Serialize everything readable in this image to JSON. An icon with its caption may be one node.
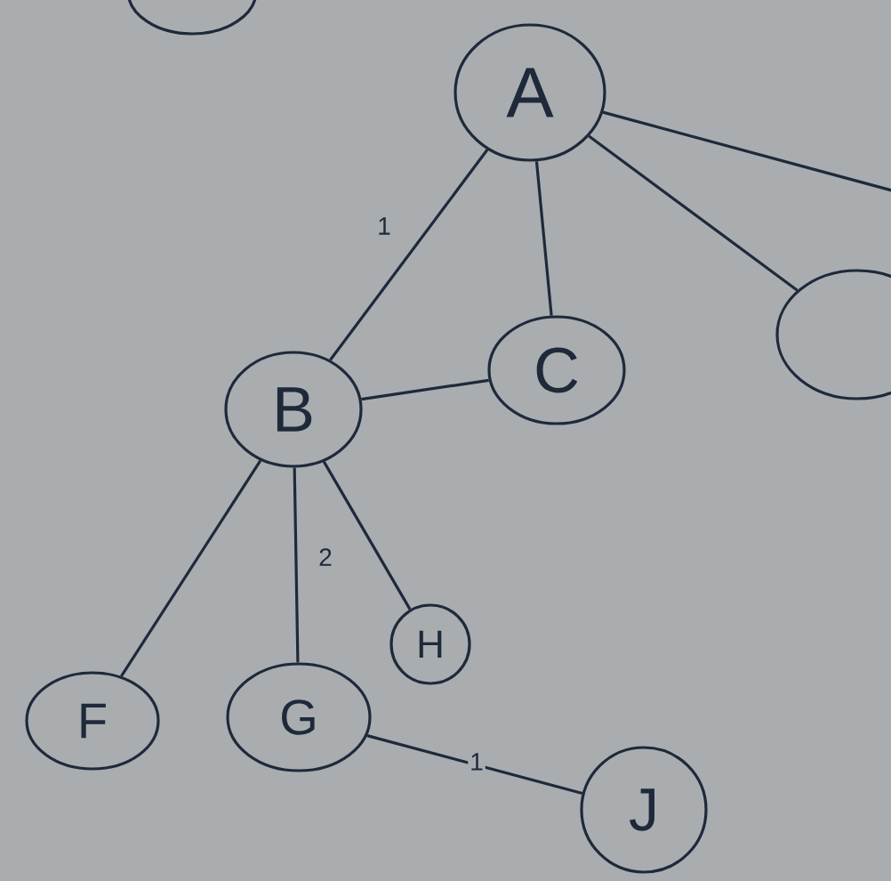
{
  "diagram": {
    "nodes": [
      {
        "text": [],
        "shape": "circle"
      },
      {
        "text": [
          "A"
        ]
      },
      {
        "text": [
          "B"
        ]
      },
      {
        "text": [
          "C"
        ]
      },
      {
        "text": [],
        "shape": "circle"
      },
      {
        "text": [
          "H"
        ]
      },
      {
        "text": [
          "F"
        ]
      },
      {
        "text": [
          "G"
        ]
      },
      {
        "text": [
          "J"
        ]
      }
    ],
    "edges": [
      {
        "from": 1,
        "to": 2,
        "arrow": "none",
        "label": "1"
      },
      {
        "from": 1,
        "to": 3,
        "arrow": "none"
      },
      {
        "from": 1,
        "to": 4,
        "arrow": "none"
      },
      {
        "from": 1,
        "to": null,
        "arrow": "none"
      },
      {
        "from": 2,
        "to": 3,
        "arrow": "none"
      },
      {
        "from": 2,
        "to": 6,
        "arrow": "none"
      },
      {
        "from": 2,
        "to": 7,
        "arrow": "none",
        "label": "2"
      },
      {
        "from": 2,
        "to": 5,
        "arrow": "none"
      },
      {
        "from": 7,
        "to": 8,
        "arrow": "none",
        "label": "1"
      }
    ]
  }
}
